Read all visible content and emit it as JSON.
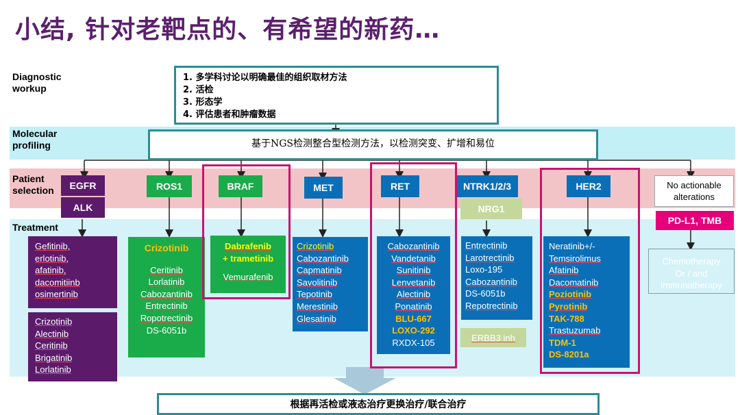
{
  "title": "小结, 针对老靶点的、有希望的新药…",
  "rows": {
    "diagnostic": "Diagnostic\nworkup",
    "molecular": "Molecular\nprofiling",
    "patient": "Patient\nselection",
    "treatment": "Treatment"
  },
  "workup_steps": [
    "1.  多学科讨论以明确最佳的组织取材方法",
    "2.  活检",
    "3.  形态学",
    "4.  评估患者和肿瘤数据"
  ],
  "ngs_text": "基于NGS检测整合型检测方法，以检测突变、扩增和易位",
  "bottom_text": "根据再活检或液态治疗更换治疗/联合治疗",
  "targets": {
    "egfr": "EGFR",
    "alk": "ALK",
    "ros1": "ROS1",
    "braf": "BRAF",
    "met": "MET",
    "ret": "RET",
    "ntrk": "NTRK1/2/3",
    "nrg1": "NRG1",
    "her2": "HER2",
    "no_action": "No actionable alterations",
    "pdl1": "PD-L1, TMB",
    "erbb3": "ERBB3 inh"
  },
  "drugs": {
    "egfr": [
      "Gefitinib,",
      "erlotinib,",
      "afatinib,",
      "dacomitiinb",
      "osimertinib"
    ],
    "alk": [
      "Crizotinib",
      "Alectinib",
      "Ceritinib",
      "Brigatinib",
      "Lorlatinib"
    ],
    "ros1_head": "Crizotinib",
    "ros1": [
      "Ceritinib",
      "Lorlatinib",
      "Cabozantinib",
      "Entrectinib",
      "Ropotrectinib",
      "DS-6051b"
    ],
    "braf_line1": "Dabrafenib",
    "braf_line2": "+ trametinib",
    "braf_line3": "Vemurafenib",
    "met": [
      "Crizotinib",
      "Cabozantinib",
      "Capmatinib",
      "Savolitinib",
      "Tepotinib",
      "Merestinib",
      "Glesatinib"
    ],
    "ret": [
      "Cabozantinib",
      "Vandetanib",
      "Sunitinib",
      "Lenvetanib",
      "Alectinib",
      "Ponatinib",
      "BLU-667",
      "LOXO-292",
      "RXDX-105"
    ],
    "ntrk": [
      "Entrectinib",
      "Larotrectinib",
      "Loxo-195",
      "Cabozantinib",
      "DS-6051b",
      "Repotrectinib"
    ],
    "her2": [
      "Neratinib+/-",
      "Temsirolimus",
      "Afatinib",
      "Dacomatinib",
      "Poziotinib",
      "Pyrotinib",
      "TAK-788",
      "Trastuzumab",
      "TDM-1",
      "DS-8201a"
    ],
    "chemo": [
      "Chemotherapy",
      "Or / and",
      "immunotherapy"
    ]
  },
  "colors": {
    "purple": "#5c1a6b",
    "green": "#1aab4a",
    "blue": "#0b6fb8",
    "teal": "#2a8d93",
    "magenta": "#c8136f",
    "gold": "#ffc000",
    "light_green": "#c4d89b"
  }
}
